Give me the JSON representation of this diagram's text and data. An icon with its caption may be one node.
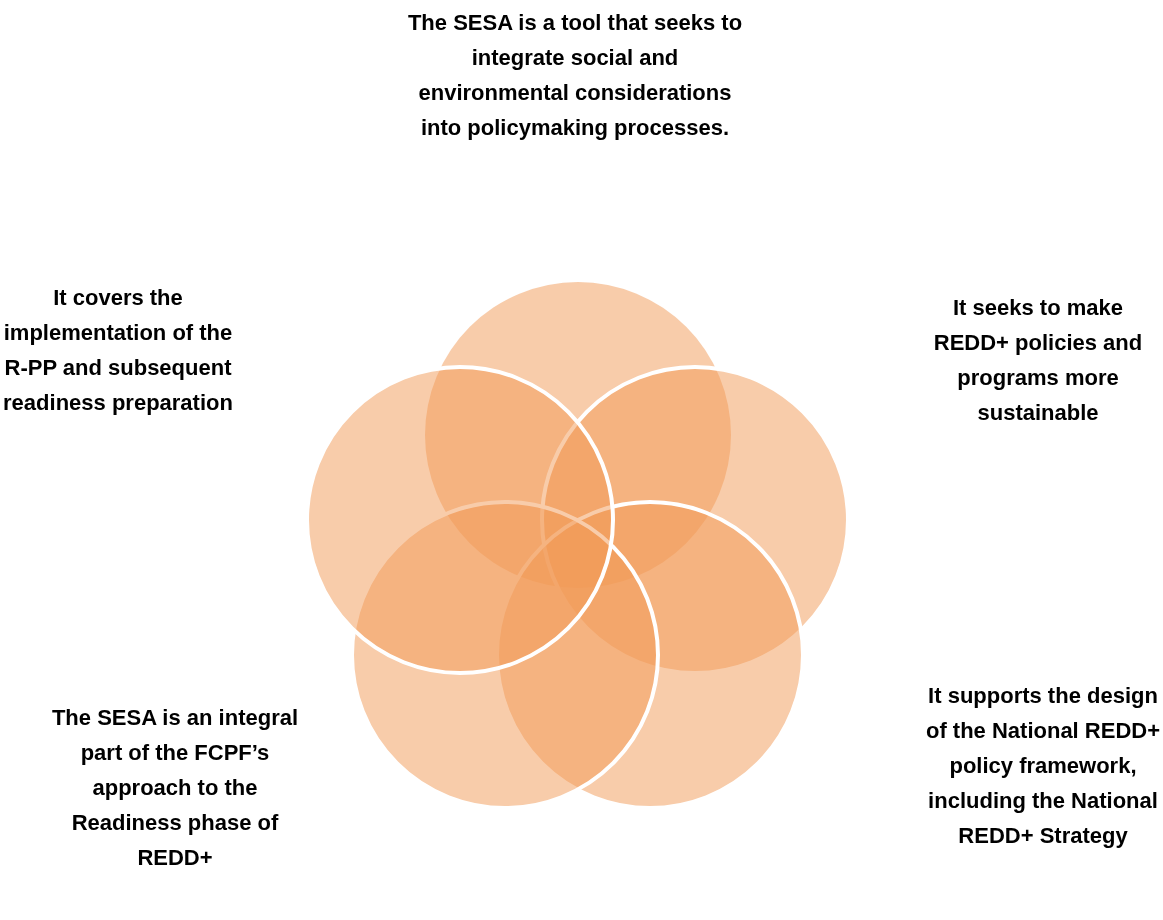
{
  "diagram": {
    "labels": [
      "The SESA is a tool that seeks to integrate social and environmental considerations into policymaking processes.",
      "It covers the implementation of the R-PP and subsequent readiness preparation",
      "It seeks to make REDD+ policies and programs more sustainable",
      "The SESA is an integral part of the FCPF’s approach to the Readiness phase of REDD+",
      "It supports the design of the National REDD+ policy framework, including the National REDD+ Strategy"
    ]
  }
}
